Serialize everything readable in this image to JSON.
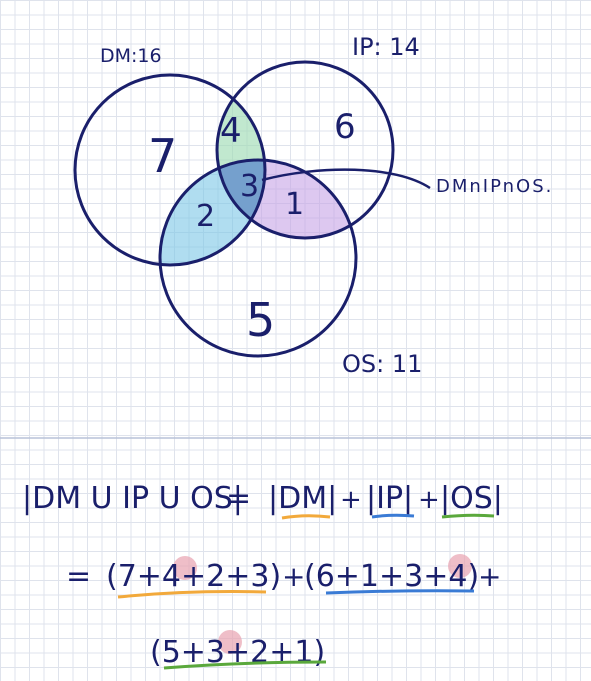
{
  "venn": {
    "sets": [
      {
        "label": "DM:16",
        "color": "#1a1f6b"
      },
      {
        "label": "IP: 14",
        "color": "#1a1f6b"
      },
      {
        "label": "OS: 11",
        "color": "#1a1f6b"
      }
    ],
    "regions": {
      "dm_only": "7",
      "dm_ip": "4",
      "ip_only": "6",
      "all_three": "3",
      "dm_os": "2",
      "ip_os": "1",
      "os_only": "5"
    },
    "callout": "DMnIPnOS.",
    "highlight_colors": {
      "dm_ip": "#9fdcb6",
      "dm_os": "#7cc6e6",
      "ip_os": "#c7a3e6",
      "all_three": "#6a9cc9"
    }
  },
  "formula": {
    "line1": {
      "lhs": "|DM U IP U OS|",
      "equals": "=",
      "terms": [
        "|DM|",
        "+",
        "|IP|",
        "+",
        "|OS|"
      ]
    },
    "line2": {
      "equals": "=",
      "group1": "(7+4+2+3)",
      "plus1": "+",
      "group2": "(6+1+3+4)",
      "plus2": "+"
    },
    "line3": {
      "group3": "(5+3+2+1)"
    },
    "underline_colors": {
      "dm": "#f2a93b",
      "ip": "#3a7bd5",
      "os": "#5aa83c"
    },
    "dot_color": "#e8a3b0"
  }
}
